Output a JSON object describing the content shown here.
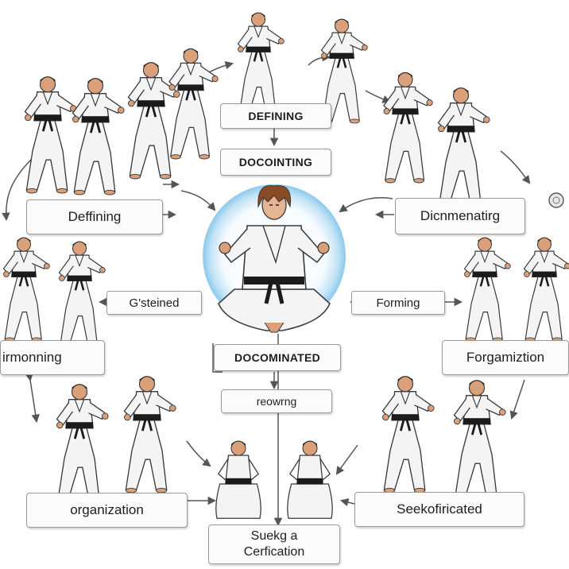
{
  "diagram": {
    "center_figure": "karate-student-kneeling",
    "labels": {
      "top_defining": "DEFINING",
      "top_documenting": "DOCOINTING",
      "left_defining": "Deffining",
      "right_documenting": "Dicnmenatirg",
      "left_gstained": "G'steined",
      "right_forming": "Forming",
      "left_harmonizing": "irmonning",
      "right_organization": "Forgamiztion",
      "center_documented": "DOCOMINATED",
      "center_reowrng": "reowrng",
      "bottom_left_organization": "organization",
      "bottom_right_seeking": "Seekofiricated",
      "bottom_certification_line1": "Suekg a",
      "bottom_certification_line2": "Cerfication"
    },
    "colors": {
      "gi": "#f4f4f4",
      "belt": "#1b1b1b",
      "outline": "#3a3a3a",
      "skin": "#d9a07a",
      "halo": "#7fc4ea",
      "arrow": "#555555"
    }
  }
}
